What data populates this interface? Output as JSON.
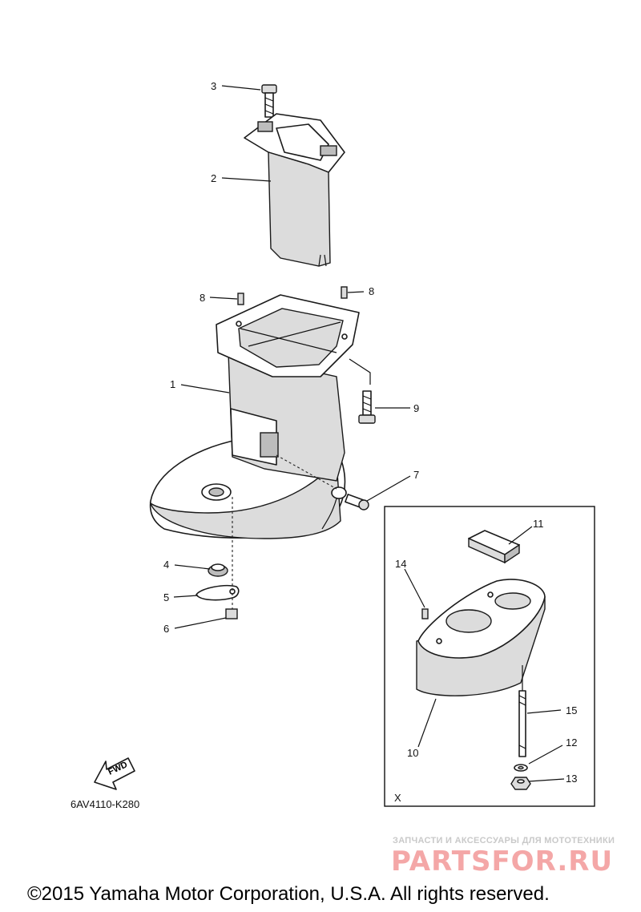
{
  "callouts": {
    "c1": "1",
    "c2": "2",
    "c3": "3",
    "c4": "4",
    "c5": "5",
    "c6": "6",
    "c7": "7",
    "c8a": "8",
    "c8b": "8",
    "c9": "9",
    "c10": "10",
    "c11": "11",
    "c12": "12",
    "c13": "13",
    "c14": "14",
    "c15": "15"
  },
  "detail_box_label": "X",
  "fwd_label": "FWD",
  "diagram_code": "6AV4110-K280",
  "watermark": {
    "tagline": "ЗАПЧАСТИ И АКСЕССУАРЫ ДЛЯ МОТОТЕХНИКИ",
    "logo": "PARTSFOR.RU"
  },
  "copyright": "©2015 Yamaha Motor Corporation, U.S.A. All rights reserved."
}
